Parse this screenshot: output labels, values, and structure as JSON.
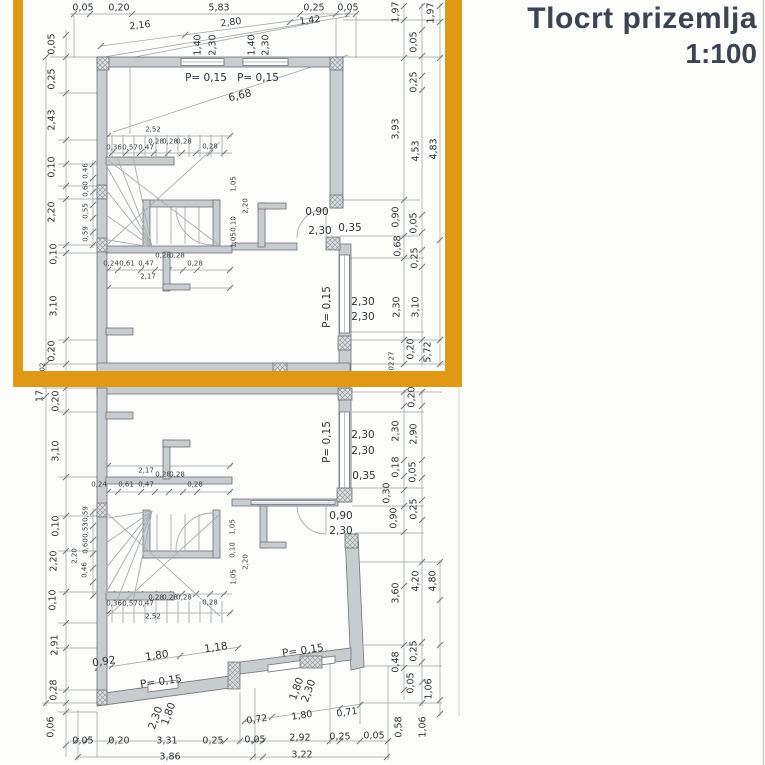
{
  "title": {
    "line1": "Tlocrt prizemlja",
    "line2": "1:100"
  },
  "colors": {
    "highlight": "#df9914",
    "wall_fill": "#c9ccce",
    "wall_stroke": "#6f7478",
    "hatch_bg": "#dadcde",
    "stair_line": "#a8adb0",
    "dim_line": "#9aa0a3",
    "text": "#2f3438",
    "title": "#3d4450",
    "paper": "#fcfcfa"
  },
  "labels": [
    [
      "0,05",
      83,
      8,
      0,
      "n"
    ],
    [
      "0,20",
      119,
      8,
      0,
      "n"
    ],
    [
      "5,83",
      219,
      8,
      0,
      "n"
    ],
    [
      "0,25",
      314,
      8,
      0,
      "n"
    ],
    [
      "0,05",
      348,
      8,
      0,
      "n"
    ],
    [
      "2,16",
      140,
      26,
      -7,
      "n"
    ],
    [
      "2,80",
      231,
      23,
      -7,
      "n"
    ],
    [
      "1,42",
      310,
      21,
      -7,
      "n"
    ],
    [
      "1,40",
      198,
      45,
      -90,
      "n"
    ],
    [
      "2,30",
      213,
      45,
      -90,
      "n"
    ],
    [
      "1,40",
      252,
      45,
      -90,
      "n"
    ],
    [
      "2,30",
      266,
      45,
      -90,
      "n"
    ],
    [
      "0,05",
      52,
      44,
      -90,
      "n"
    ],
    [
      "0,25",
      52,
      79,
      -90,
      "n"
    ],
    [
      "2,43",
      52,
      120,
      -90,
      "n"
    ],
    [
      "0,10",
      52,
      167,
      -90,
      "n"
    ],
    [
      "2,20",
      52,
      212,
      -90,
      "n"
    ],
    [
      "0,10",
      54,
      254,
      -90,
      "n"
    ],
    [
      "3,10",
      54,
      306,
      -90,
      "n"
    ],
    [
      "0,20",
      52,
      351,
      -90,
      "n"
    ],
    [
      "02",
      43,
      367,
      -90,
      "m"
    ],
    [
      "17",
      40,
      396,
      -90,
      "n"
    ],
    [
      "0,20",
      56,
      401,
      -90,
      "n"
    ],
    [
      "3,10",
      56,
      451,
      -90,
      "n"
    ],
    [
      "0,10",
      56,
      526,
      -90,
      "n"
    ],
    [
      "2,20",
      54,
      561,
      -90,
      "n"
    ],
    [
      "0,10",
      53,
      600,
      -90,
      "n"
    ],
    [
      "2,91",
      55,
      645,
      -90,
      "n"
    ],
    [
      "0,28",
      54,
      690,
      -90,
      "n"
    ],
    [
      "0,06",
      51,
      727,
      -90,
      "n"
    ],
    [
      "1,97",
      396,
      12,
      -90,
      "n"
    ],
    [
      "1,97",
      431,
      13,
      -90,
      "n"
    ],
    [
      "0,05",
      414,
      42,
      -90,
      "n"
    ],
    [
      "0,25",
      414,
      82,
      -90,
      "n"
    ],
    [
      "3,93",
      396,
      129,
      -90,
      "n"
    ],
    [
      "4,53",
      416,
      151,
      -90,
      "n"
    ],
    [
      "4,83",
      434,
      149,
      -90,
      "n"
    ],
    [
      "0,90",
      396,
      217,
      -90,
      "n"
    ],
    [
      "0,05",
      414,
      223,
      -90,
      "n"
    ],
    [
      "0,68",
      398,
      246,
      -90,
      "n"
    ],
    [
      "0,25",
      415,
      258,
      -90,
      "n"
    ],
    [
      "2,30",
      397,
      307,
      -90,
      "n"
    ],
    [
      "3,10",
      416,
      307,
      -90,
      "n"
    ],
    [
      "0,20",
      411,
      349,
      -90,
      "n"
    ],
    [
      "5,72",
      428,
      352,
      -90,
      "n"
    ],
    [
      "27",
      392,
      356,
      -90,
      "m"
    ],
    [
      "02",
      392,
      366,
      -90,
      "m"
    ],
    [
      "0,20",
      412,
      397,
      -90,
      "n"
    ],
    [
      "2,30",
      396,
      431,
      -90,
      "n"
    ],
    [
      "2,90",
      414,
      434,
      -90,
      "n"
    ],
    [
      "0,18",
      396,
      467,
      -90,
      "n"
    ],
    [
      "0,05",
      413,
      472,
      -90,
      "n"
    ],
    [
      "0,30",
      387,
      493,
      -90,
      "n"
    ],
    [
      "0,25",
      414,
      509,
      -90,
      "n"
    ],
    [
      "0,90",
      394,
      518,
      -90,
      "n"
    ],
    [
      "3,60",
      396,
      593,
      -90,
      "n"
    ],
    [
      "4,20",
      416,
      581,
      -90,
      "n"
    ],
    [
      "4,80",
      433,
      581,
      -90,
      "n"
    ],
    [
      "0,25",
      414,
      651,
      -90,
      "n"
    ],
    [
      "0,48",
      396,
      662,
      -90,
      "n"
    ],
    [
      "0,05",
      411,
      683,
      -90,
      "n"
    ],
    [
      "1,06",
      429,
      689,
      -90,
      "n"
    ],
    [
      "0,58",
      399,
      727,
      -90,
      "n"
    ],
    [
      "1,06",
      423,
      727,
      -90,
      "n"
    ],
    [
      "P= 0,15",
      206,
      78,
      0,
      "b"
    ],
    [
      "P= 0,15",
      258,
      78,
      0,
      "b"
    ],
    [
      "6,68",
      240,
      96,
      -13,
      "b"
    ],
    [
      "2,52",
      153,
      130,
      0,
      "m"
    ],
    [
      "0,28",
      156,
      142,
      0,
      "m"
    ],
    [
      "0,28",
      170,
      142,
      0,
      "m"
    ],
    [
      "0,28",
      184,
      142,
      0,
      "m"
    ],
    [
      "0,36",
      114,
      148,
      0,
      "m"
    ],
    [
      "0,57",
      130,
      148,
      0,
      "m"
    ],
    [
      "0,47",
      146,
      148,
      0,
      "m"
    ],
    [
      "0,28",
      210,
      147,
      0,
      "m"
    ],
    [
      "0,46",
      86,
      171,
      -90,
      "m"
    ],
    [
      "0,60",
      86,
      189,
      -90,
      "m"
    ],
    [
      "0,55",
      86,
      211,
      -90,
      "m"
    ],
    [
      "0,59",
      86,
      234,
      -90,
      "m"
    ],
    [
      "1,05",
      234,
      184,
      -90,
      "m"
    ],
    [
      "2,20",
      246,
      206,
      -90,
      "m"
    ],
    [
      "0,10",
      234,
      224,
      -90,
      "m"
    ],
    [
      "1,05",
      234,
      240,
      -90,
      "m"
    ],
    [
      "0,90",
      317,
      212,
      0,
      "b"
    ],
    [
      "2,30",
      320,
      231,
      0,
      "b"
    ],
    [
      "0,35",
      350,
      228,
      0,
      "b"
    ],
    [
      "0,28",
      163,
      256,
      0,
      "m"
    ],
    [
      "0,28",
      177,
      256,
      0,
      "m"
    ],
    [
      "0,24",
      111,
      264,
      0,
      "m"
    ],
    [
      "0,61",
      127,
      264,
      0,
      "m"
    ],
    [
      "0,47",
      146,
      264,
      0,
      "m"
    ],
    [
      "0,28",
      195,
      264,
      0,
      "m"
    ],
    [
      "2,17",
      148,
      277,
      0,
      "m"
    ],
    [
      "P= 0,15",
      327,
      307,
      -90,
      "b"
    ],
    [
      "2,30",
      363,
      302,
      0,
      "b"
    ],
    [
      "2,30",
      363,
      317,
      0,
      "b"
    ],
    [
      "2,17",
      146,
      471,
      0,
      "m"
    ],
    [
      "0,28",
      163,
      475,
      0,
      "m"
    ],
    [
      "0,28",
      177,
      475,
      0,
      "m"
    ],
    [
      "0,24",
      99,
      485,
      0,
      "m"
    ],
    [
      "0,61",
      126,
      485,
      0,
      "m"
    ],
    [
      "0,47",
      146,
      485,
      0,
      "m"
    ],
    [
      "0,28",
      195,
      485,
      0,
      "m"
    ],
    [
      "P= 0,15",
      327,
      442,
      -90,
      "b"
    ],
    [
      "2,30",
      363,
      435,
      0,
      "b"
    ],
    [
      "2,30",
      363,
      451,
      0,
      "b"
    ],
    [
      "0,35",
      364,
      476,
      0,
      "b"
    ],
    [
      "0,90",
      341,
      516,
      0,
      "b"
    ],
    [
      "2,30",
      341,
      531,
      0,
      "b"
    ],
    [
      "1,05",
      233,
      527,
      -90,
      "m"
    ],
    [
      "0,10",
      233,
      550,
      -90,
      "m"
    ],
    [
      "2,20",
      246,
      562,
      -90,
      "m"
    ],
    [
      "1,05",
      234,
      577,
      -90,
      "m"
    ],
    [
      "0,59",
      86,
      514,
      -90,
      "m"
    ],
    [
      "0,53",
      86,
      530,
      -90,
      "m"
    ],
    [
      "0,60",
      86,
      546,
      -90,
      "m"
    ],
    [
      "0,46",
      85,
      570,
      -90,
      "m"
    ],
    [
      "2,20",
      75,
      556,
      -90,
      "m"
    ],
    [
      "0,28",
      156,
      598,
      0,
      "m"
    ],
    [
      "0,28",
      170,
      598,
      0,
      "m"
    ],
    [
      "0,28",
      184,
      598,
      0,
      "m"
    ],
    [
      "0,36",
      114,
      604,
      0,
      "m"
    ],
    [
      "0,57",
      130,
      604,
      0,
      "m"
    ],
    [
      "0,47",
      146,
      604,
      0,
      "m"
    ],
    [
      "0,28",
      210,
      603,
      0,
      "m"
    ],
    [
      "2,52",
      153,
      617,
      0,
      "m"
    ],
    [
      "0,92",
      104,
      662,
      -8,
      "b"
    ],
    [
      "1,80",
      157,
      656,
      -8,
      "b"
    ],
    [
      "1,18",
      216,
      648,
      -8,
      "b"
    ],
    [
      "P= 0,15",
      161,
      682,
      -8,
      "b"
    ],
    [
      "2,30",
      156,
      718,
      -70,
      "b"
    ],
    [
      "1,80",
      169,
      714,
      -70,
      "b"
    ],
    [
      "P= 0,15",
      303,
      651,
      -8,
      "b"
    ],
    [
      "1,80",
      297,
      689,
      -70,
      "b"
    ],
    [
      "2,30",
      309,
      691,
      -70,
      "b"
    ],
    [
      "0,72",
      257,
      720,
      -8,
      "n"
    ],
    [
      "1,80",
      302,
      716,
      -8,
      "n"
    ],
    [
      "0,71",
      347,
      713,
      -8,
      "n"
    ],
    [
      "0,05",
      83,
      741,
      0,
      "n"
    ],
    [
      "0,20",
      119,
      741,
      0,
      "n"
    ],
    [
      "3,31",
      167,
      741,
      0,
      "n"
    ],
    [
      "0,25",
      213,
      741,
      0,
      "n"
    ],
    [
      "0,05",
      255,
      740,
      0,
      "n"
    ],
    [
      "2,92",
      300,
      738,
      0,
      "n"
    ],
    [
      "0,25",
      340,
      737,
      0,
      "n"
    ],
    [
      "0,05",
      374,
      736,
      0,
      "n"
    ],
    [
      "3,86",
      170,
      757,
      0,
      "n"
    ],
    [
      "3,22",
      302,
      755,
      0,
      "n"
    ]
  ]
}
